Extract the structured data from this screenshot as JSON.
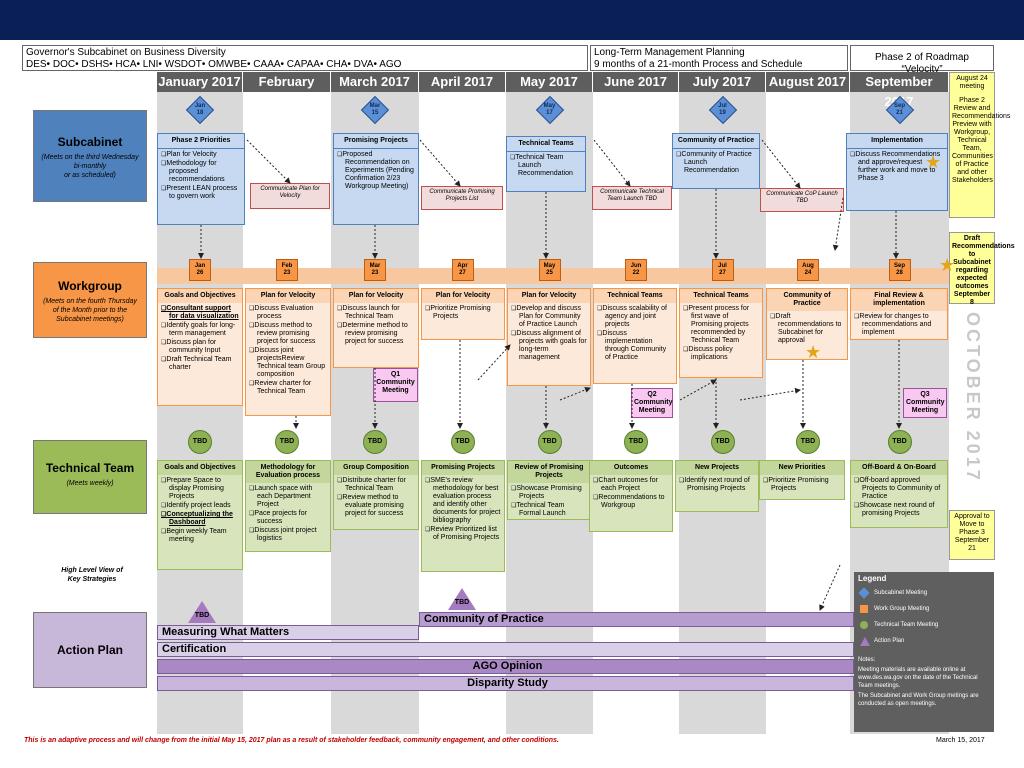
{
  "header": {
    "title_line1": "Governor's Subcabinet on Business Diversity",
    "title_line2": "DES• DOC• DSHS• HCA• LNI• WSDOT•  OMWBE• CAAA• CAPAA• CHA• DVA• AGO",
    "plan_line1": "Long-Term Management Planning",
    "plan_line2": "9 months of a 21-month Process and Schedule",
    "phase2": "Phase 2 of Roadmap “Velocity”"
  },
  "months": [
    "January 2017",
    "February 2017",
    "March 2017",
    "April 2017",
    "May 2017",
    "June 2017",
    "July 2017",
    "August 2017",
    "September 2017"
  ],
  "rows": {
    "subcabinet": {
      "title": "Subcabinet",
      "sub": "(Meets on the third Wednesday bi-monthly\nor as scheduled)"
    },
    "workgroup": {
      "title": "Workgroup",
      "sub": "(Meets on the fourth Thursday of the Month prior to  the Subcabinet meetings)"
    },
    "technical": {
      "title": "Technical Team",
      "sub": "(Meets weekly)"
    },
    "action": {
      "title": "Action Plan"
    },
    "high_level": "High Level View of\nKey Strategies"
  },
  "sub_dates": [
    "Jan\n18",
    "Mar\n15",
    "May\n17",
    "Jul\n19",
    "Sep\n21"
  ],
  "wg_dates": [
    "Jan\n26",
    "Feb\n23",
    "Mar\n23",
    "Apr\n27",
    "May\n25",
    "Jun\n22",
    "Jul\n27",
    "Aug\n24",
    "Sep\n28"
  ],
  "tbd": "TBD",
  "sub_boxes": [
    {
      "title": "Phase 2 Priorities",
      "items": [
        "Plan for Velocity",
        "Methodology for proposed recommendations",
        "Present LEAN process to govern work"
      ]
    },
    {
      "title": "Promising Projects",
      "items": [
        "Proposed Recommendation on Experiments (Pending Confirmation 2/23 Workgroup Meeting)"
      ]
    },
    {
      "title": "Technical Teams",
      "items": [
        "Technical Team Launch Recommendation"
      ]
    },
    {
      "title": "Community of Practice",
      "items": [
        "Community of Practice Launch Recommendation"
      ]
    },
    {
      "title": "Implementation",
      "items": [
        "Discuss Recommendations and approve/request further work and move to Phase 3"
      ]
    }
  ],
  "comm_boxes": [
    "Communicate Plan for Velocity",
    "Communicate Promising Projects List",
    "Communicate Technical Team Launch TBD",
    "Communicate CoP Launch TBD"
  ],
  "wg_boxes": [
    {
      "title": "Goals and Objectives",
      "items": [
        "Consultant support for data visualization",
        "Identify goals for long-term management",
        "Discuss plan for community Input",
        "Draft Technical Team charter"
      ]
    },
    {
      "title": "Plan for Velocity",
      "items": [
        "Discuss Evaluation process",
        "Discuss method to review promising project for success",
        "Discuss joint projectsReview Technical team Group composition",
        "Review charter for Technical Team"
      ]
    },
    {
      "title": "Plan for Velocity",
      "items": [
        "Discuss launch for Technical Team",
        "Determine method to review promising project for success"
      ]
    },
    {
      "title": "Plan for Velocity",
      "items": [
        "Prioritize Promising Projects"
      ]
    },
    {
      "title": "Plan for Velocity",
      "items": [
        "Develop and discuss Plan for Community of Practice Launch",
        "Discuss alignment of projects with goals for long-term management"
      ]
    },
    {
      "title": "Technical Teams",
      "items": [
        "Discuss scalability of agency and joint projects",
        "Discuss implementation through Community of Practice"
      ]
    },
    {
      "title": "Technical Teams",
      "items": [
        "Present process for first wave of Promising projects recommended by Technical Team",
        "Discuss policy implications"
      ]
    },
    {
      "title": "Community of Practice",
      "items": [
        "Draft recommendations to Subcabinet for approval"
      ]
    },
    {
      "title": "Final Review & implementation",
      "items": [
        "Review for changes to recommendations and implement"
      ]
    }
  ],
  "q_boxes": [
    "Q1\nCommunity\nMeeting",
    "Q2\nCommunity\nMeeting",
    "Q3\nCommunity\nMeeting"
  ],
  "tt_boxes": [
    {
      "title": "Goals and Objectives",
      "items": [
        "Prepare Space to display Promising Projects",
        "Identify project leads",
        "Conceptualizing the Dashboard",
        "Begin weekly Team meeting"
      ]
    },
    {
      "title": "Methodology for Evaluation process",
      "items": [
        "Launch space with each Department Project",
        "Pace projects for success",
        "Discuss joint project logistics"
      ]
    },
    {
      "title": "Group Composition",
      "items": [
        "Distribute charter for Technical Team",
        "Review method to evaluate promising project for success"
      ]
    },
    {
      "title": "Promising Projects",
      "items": [
        "SME's review methodology for best evaluation process and identify other documents for project bibliography",
        "Review Prioritized list of Promising Projects"
      ]
    },
    {
      "title": "Review of Promising Projects",
      "items": [
        "Showcase Promising Projects",
        "Technical Team Formal Launch"
      ]
    },
    {
      "title": "Outcomes",
      "items": [
        "Chart outcomes for each Project",
        "Recommendations to Workgroup"
      ]
    },
    {
      "title": "New Projects",
      "items": [
        "Identify next round of Promising Projects"
      ]
    },
    {
      "title": "New Priorities",
      "items": [
        "Prioritize Promising Projects"
      ]
    },
    {
      "title": "Off-Board & On-Board",
      "items": [
        "Off-board approved Projects to Community of Practice",
        "Showcase next round of promising Projects"
      ]
    }
  ],
  "side_notes": {
    "aug24": "August 24 meeting",
    "phase2_review": "Phase 2 Review and Recommendations Preview with Workgroup, Technical Team, Communities of Practice and other Stakeholders",
    "draft_rec": "Draft Recommendations to Subcabinet regarding expected outcomes September 8",
    "approval": "Approval to Move to Phase 3 September 21",
    "october": "OCTOBER 2017"
  },
  "action_bars": [
    "Measuring What Matters",
    "Community of Practice",
    "Certification",
    "AGO Opinion",
    "Disparity Study"
  ],
  "legend": {
    "title": "Legend",
    "items": [
      "Subcabinet Meeting",
      "Work Group Meeting",
      "Technical Team Meeting",
      "Action Plan"
    ],
    "notes_title": "Notes:",
    "notes": "Meeting materials are available online at www.des.wa.gov on the date of the Technical Team meetings.",
    "notes2": "The Subcabinet and Work Group metings are conducted as open meetings."
  },
  "footer": "This is an adaptive process and will change from the initial May 15, 2017 plan as a result of stakeholder feedback, community engagement, and other conditions.",
  "date": "March 15, 2017",
  "colors": {
    "topbar": "#0b1f57",
    "month": "#5e5e5e",
    "subcabinet": "#4f81bd",
    "workgroup": "#f79646",
    "technical": "#9bbb59",
    "action": "#c7b7d9"
  }
}
